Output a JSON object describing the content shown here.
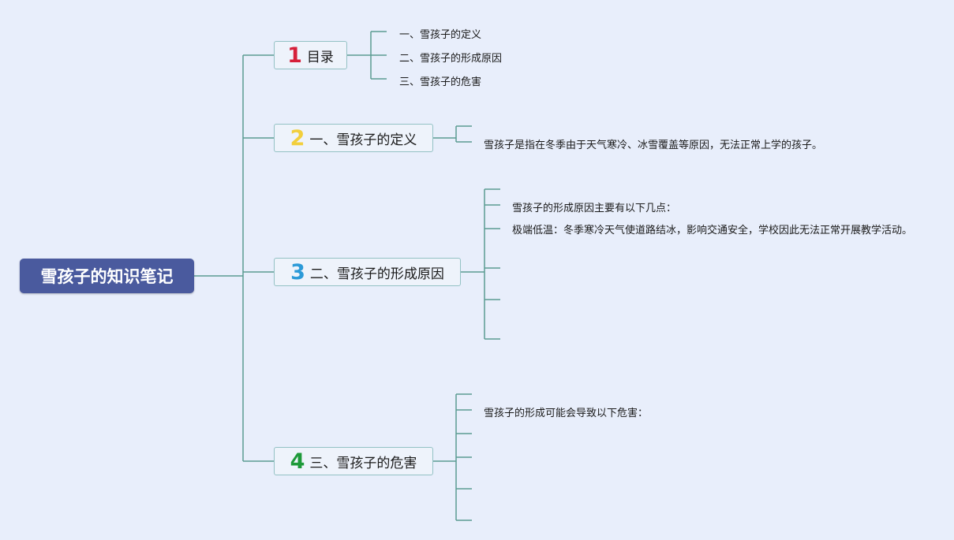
{
  "root": {
    "label": "雪孩子的知识笔记"
  },
  "topics": [
    {
      "number": "1",
      "number_color": "#d6203a",
      "label": "目录",
      "items": [
        "一、雪孩子的定义",
        "二、雪孩子的形成原因",
        "三、雪孩子的危害"
      ]
    },
    {
      "number": "2",
      "number_color": "#f2cf3c",
      "label": "一、雪孩子的定义",
      "items": [
        "雪孩子是指在冬季由于天气寒冷、冰雪覆盖等原因，无法正常上学的孩子。"
      ]
    },
    {
      "number": "3",
      "number_color": "#2b9ad8",
      "label": "二、雪孩子的形成原因",
      "items": [
        "雪孩子的形成原因主要有以下几点：",
        "极端低温：冬季寒冷天气使道路结冰，影响交通安全，学校因此无法正常开展教学活动。"
      ]
    },
    {
      "number": "4",
      "number_color": "#1e9a3a",
      "label": "三、雪孩子的危害",
      "items": [
        "雪孩子的形成可能会导致以下危害："
      ]
    }
  ],
  "colors": {
    "connector": "#5b9c91",
    "background": "#e8eefb",
    "root_fill": "#4a5a9e"
  }
}
